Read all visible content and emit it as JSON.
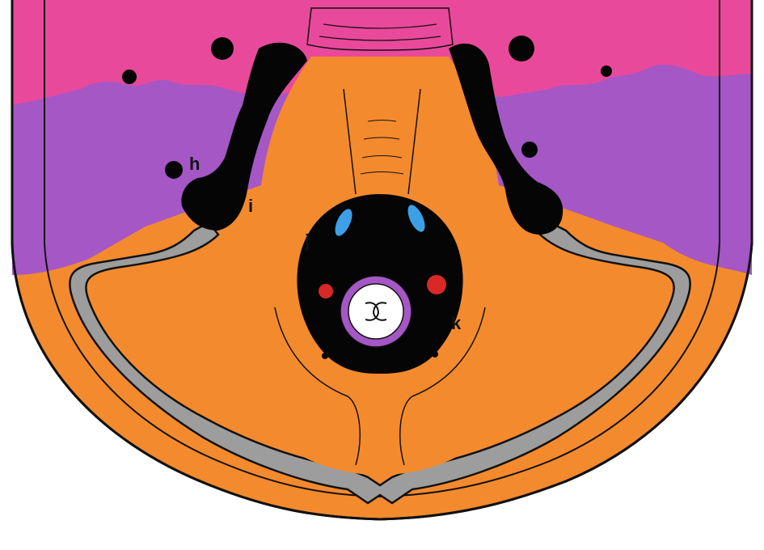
{
  "labels": {
    "h": "h",
    "i": "i",
    "j": "j",
    "k": "k"
  },
  "colors": {
    "background": "#ffffff",
    "outline": "#111111",
    "magenta": "#e9499b",
    "purple": "#a557c6",
    "orange": "#f48a2e",
    "gray": "#9d9d9d",
    "black": "#050505",
    "blue": "#3d9fe6",
    "red": "#d92828",
    "white": "#ffffff"
  }
}
